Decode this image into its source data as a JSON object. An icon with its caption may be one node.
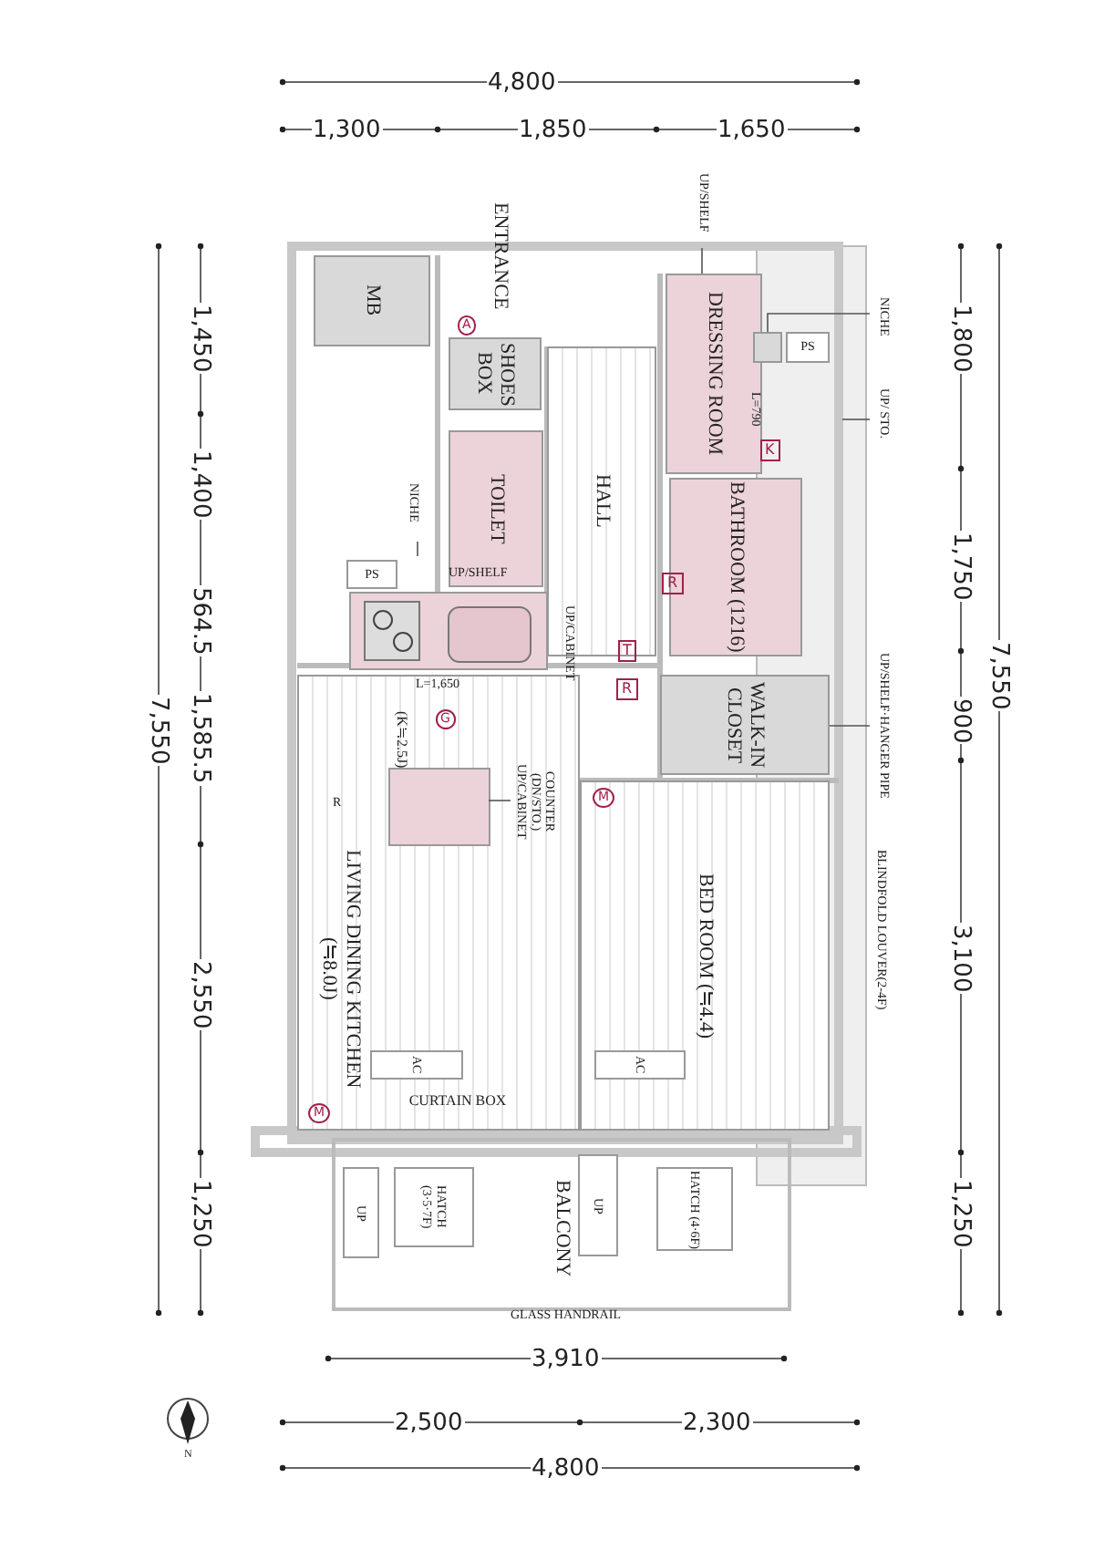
{
  "diagram": {
    "nodes": [
      {
        "text": [
          "MB"
        ]
      },
      {
        "text": [
          "ENTRANCE"
        ]
      },
      {
        "text": [
          "SHOES BOX"
        ]
      },
      {
        "text": [
          "HALL"
        ]
      },
      {
        "text": [
          "TOILET"
        ]
      },
      {
        "text": [
          "DRESSING ROOM"
        ]
      },
      {
        "text": [
          "BATHROOM (1216)"
        ]
      },
      {
        "text": [
          "PS"
        ]
      },
      {
        "text": [
          "PS"
        ]
      },
      {
        "text": [
          "WALK-IN CLOSET"
        ]
      },
      {
        "text": [
          "LIVING DINING KITCHEN (≒8.0J)"
        ]
      },
      {
        "text": [],
        "shape": "box",
        "in": 10
      },
      {
        "text": [
          "BED ROOM (≒4.4)"
        ]
      },
      {
        "text": [
          "AC"
        ],
        "in": 10
      },
      {
        "text": [
          "CURTAIN BOX"
        ],
        "in": 10
      },
      {
        "text": [
          "AC"
        ],
        "in": 12
      },
      {
        "text": [
          "BALCONY"
        ]
      },
      {
        "text": [
          "UP"
        ],
        "in": 16
      },
      {
        "text": [
          "HATCH (3·5·7F)"
        ],
        "in": 16
      },
      {
        "text": [
          "UP"
        ],
        "in": 16
      },
      {
        "text": [
          "HATCH (4·6F)"
        ],
        "in": 16
      },
      {
        "text": [
          "NICHE"
        ]
      },
      {
        "text": [
          "UP/SHELF"
        ]
      },
      {
        "text": [
          "NICHE"
        ]
      },
      {
        "text": [
          "UP/ STO."
        ]
      },
      {
        "text": [
          "UP/SHELF·HANGER PIPE"
        ]
      },
      {
        "text": [
          "COUNTER (DN/STO.) UP/CABINET"
        ],
        "in": 10
      },
      {
        "text": [],
        "shape": "box"
      }
    ],
    "edges": [
      {
        "from": 21,
        "to": null,
        "arrow": "none"
      },
      {
        "from": 22,
        "to": 5,
        "arrow": "none"
      },
      {
        "from": 23,
        "to": 27,
        "arrow": "none"
      },
      {
        "from": 24,
        "to": null,
        "arrow": "none"
      },
      {
        "from": 25,
        "to": 9,
        "arrow": "none"
      },
      {
        "from": 26,
        "to": 11,
        "arrow": "none"
      }
    ],
    "labels": [
      "4,800",
      "1,300",
      "1,850",
      "1,650",
      "1,450",
      "1,800",
      "1,400",
      "1,750",
      "564.5",
      "7,550",
      "7,550",
      "900",
      "1,585.5",
      "3,100",
      "2,550",
      "1,250",
      "1,250",
      "3,910",
      "2,500",
      "2,300",
      "4,800",
      "N",
      "UP/SHELF",
      "UP/CABINET",
      "L=1,650",
      "L=790",
      "(K≒2.5J)",
      "T",
      "R",
      "R",
      "K",
      "R",
      "A",
      "G",
      "M",
      "M",
      "GLASS HANDRAIL",
      "BLINDFOLD LOUVER(2-4F)"
    ]
  }
}
